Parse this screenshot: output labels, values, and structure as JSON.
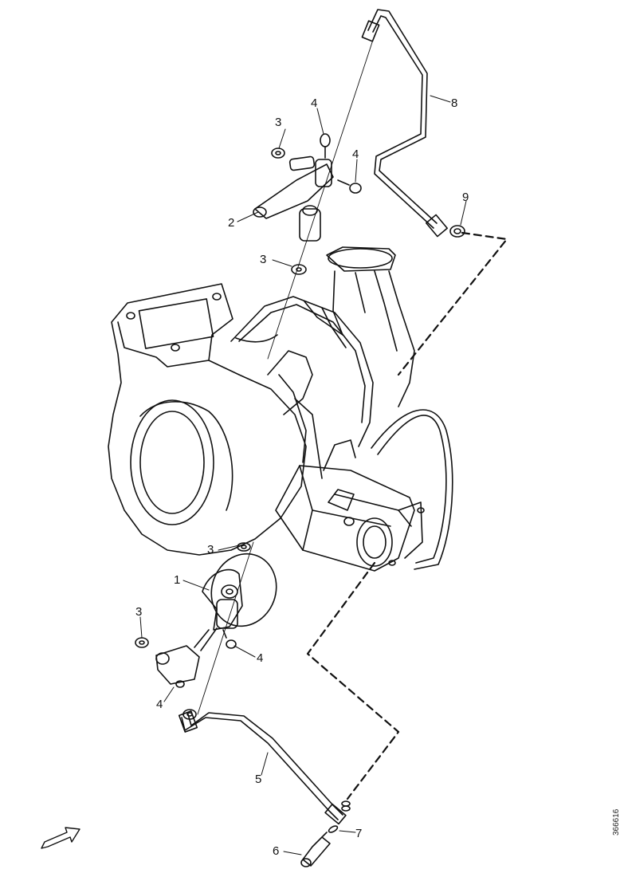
{
  "diagram": {
    "callouts": [
      {
        "id": "c3-top",
        "label": "3"
      },
      {
        "id": "c4-top",
        "label": "4"
      },
      {
        "id": "c4-right",
        "label": "4"
      },
      {
        "id": "c8",
        "label": "8"
      },
      {
        "id": "c9",
        "label": "9"
      },
      {
        "id": "c2",
        "label": "2"
      },
      {
        "id": "c3-mid",
        "label": "3"
      },
      {
        "id": "c3-low",
        "label": "3"
      },
      {
        "id": "c1",
        "label": "1"
      },
      {
        "id": "c3-left",
        "label": "3"
      },
      {
        "id": "c4-low-right",
        "label": "4"
      },
      {
        "id": "c4-low-left",
        "label": "4"
      },
      {
        "id": "c5",
        "label": "5"
      },
      {
        "id": "c7",
        "label": "7"
      },
      {
        "id": "c6",
        "label": "6"
      }
    ],
    "reference_code": "366616"
  }
}
